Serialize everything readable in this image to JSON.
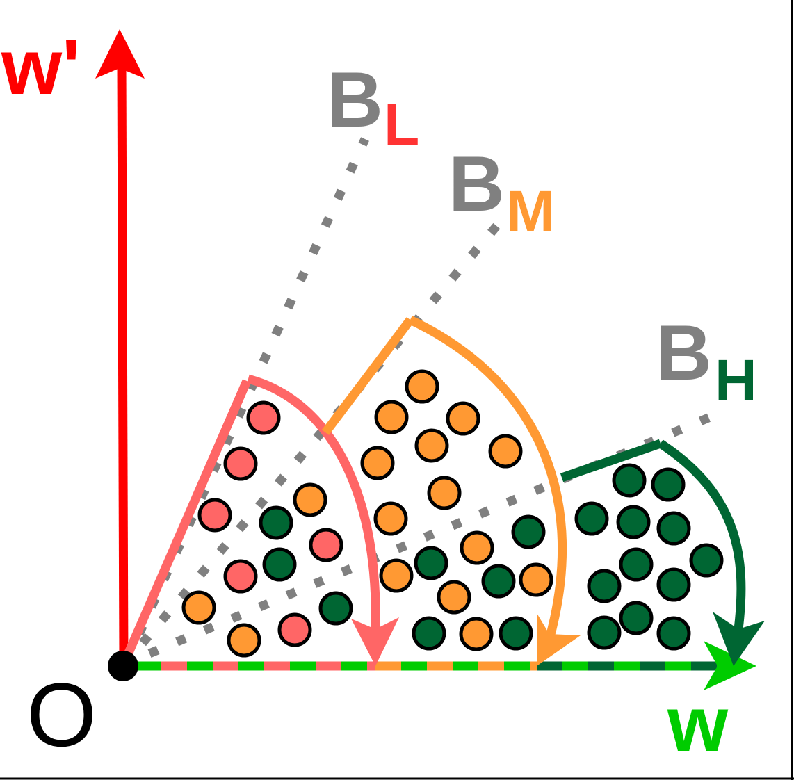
{
  "labels": {
    "y_axis": "w'",
    "x_axis": "w",
    "origin": "O",
    "boundaries": [
      {
        "base": "B",
        "sub": "L",
        "sub_color": "#ff3333"
      },
      {
        "base": "B",
        "sub": "M",
        "sub_color": "#ff9933"
      },
      {
        "base": "B",
        "sub": "H",
        "sub_color": "#006633"
      }
    ]
  },
  "colors": {
    "y_axis": "#ff0000",
    "x_axis": "#00cc00",
    "label_gray": "#808080",
    "low": "#ff6666",
    "medium": "#ff9933",
    "high": "#006633",
    "dotted": "#808080",
    "outline": "#000000"
  },
  "particles": {
    "low": [
      [
        379,
        601
      ],
      [
        346,
        667
      ],
      [
        309,
        741
      ],
      [
        346,
        829
      ],
      [
        469,
        784
      ],
      [
        424,
        906
      ]
    ],
    "medium": [
      [
        446,
        719
      ],
      [
        286,
        874
      ],
      [
        351,
        921
      ],
      [
        607,
        556
      ],
      [
        563,
        600
      ],
      [
        666,
        602
      ],
      [
        621,
        641
      ],
      [
        727,
        649
      ],
      [
        543,
        666
      ],
      [
        639,
        709
      ],
      [
        562,
        746
      ],
      [
        686,
        788
      ],
      [
        570,
        828
      ],
      [
        771,
        834
      ],
      [
        653,
        859
      ],
      [
        685,
        912
      ]
    ],
    "high": [
      [
        397,
        752
      ],
      [
        402,
        812
      ],
      [
        483,
        875
      ],
      [
        760,
        765
      ],
      [
        620,
        810
      ],
      [
        717,
        836
      ],
      [
        617,
        911
      ],
      [
        742,
        911
      ],
      [
        905,
        691
      ],
      [
        961,
        697
      ],
      [
        851,
        746
      ],
      [
        911,
        751
      ],
      [
        969,
        760
      ],
      [
        1016,
        806
      ],
      [
        915,
        812
      ],
      [
        969,
        841
      ],
      [
        869,
        843
      ],
      [
        915,
        889
      ],
      [
        869,
        910
      ],
      [
        969,
        911
      ]
    ]
  }
}
